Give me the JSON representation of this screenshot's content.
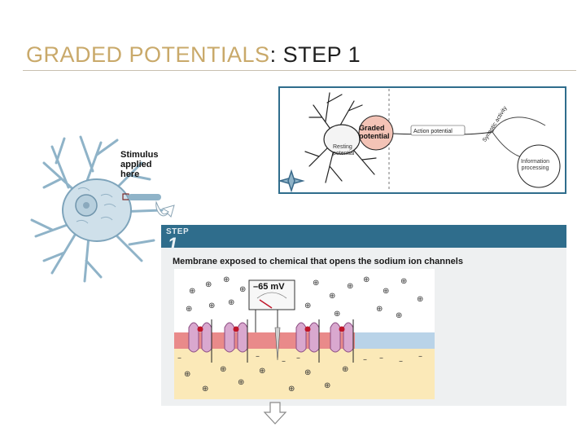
{
  "slide": {
    "title_highlight": "GRADED POTENTIALS",
    "title_rest": ": STEP 1"
  },
  "neuron": {
    "stimulus_label_line1": "Stimulus",
    "stimulus_label_line2": "applied",
    "stimulus_label_line3": "here"
  },
  "inset": {
    "graded_line1": "Graded",
    "graded_line2": "potential",
    "action_potential": "Action potential",
    "resting_line1": "Resting",
    "resting_line2": "potential",
    "synaptic_activity": "Synaptic activity",
    "info_line1": "Information",
    "info_line2": "processing"
  },
  "step": {
    "word": "STEP",
    "number": "1",
    "description": "Membrane exposed to chemical that opens the sodium ion channels",
    "meter_reading": "–65 mV"
  },
  "colors": {
    "title_accent": "#c9a96a",
    "step_header": "#2f6d8c",
    "membrane_red": "#e98a8a",
    "membrane_blue": "#b9d3e8",
    "cytoplasm": "#fbe9b8",
    "extracellular": "#ffffff",
    "channel": "#d9a8cf",
    "sodium_dot": "#c0162a"
  }
}
